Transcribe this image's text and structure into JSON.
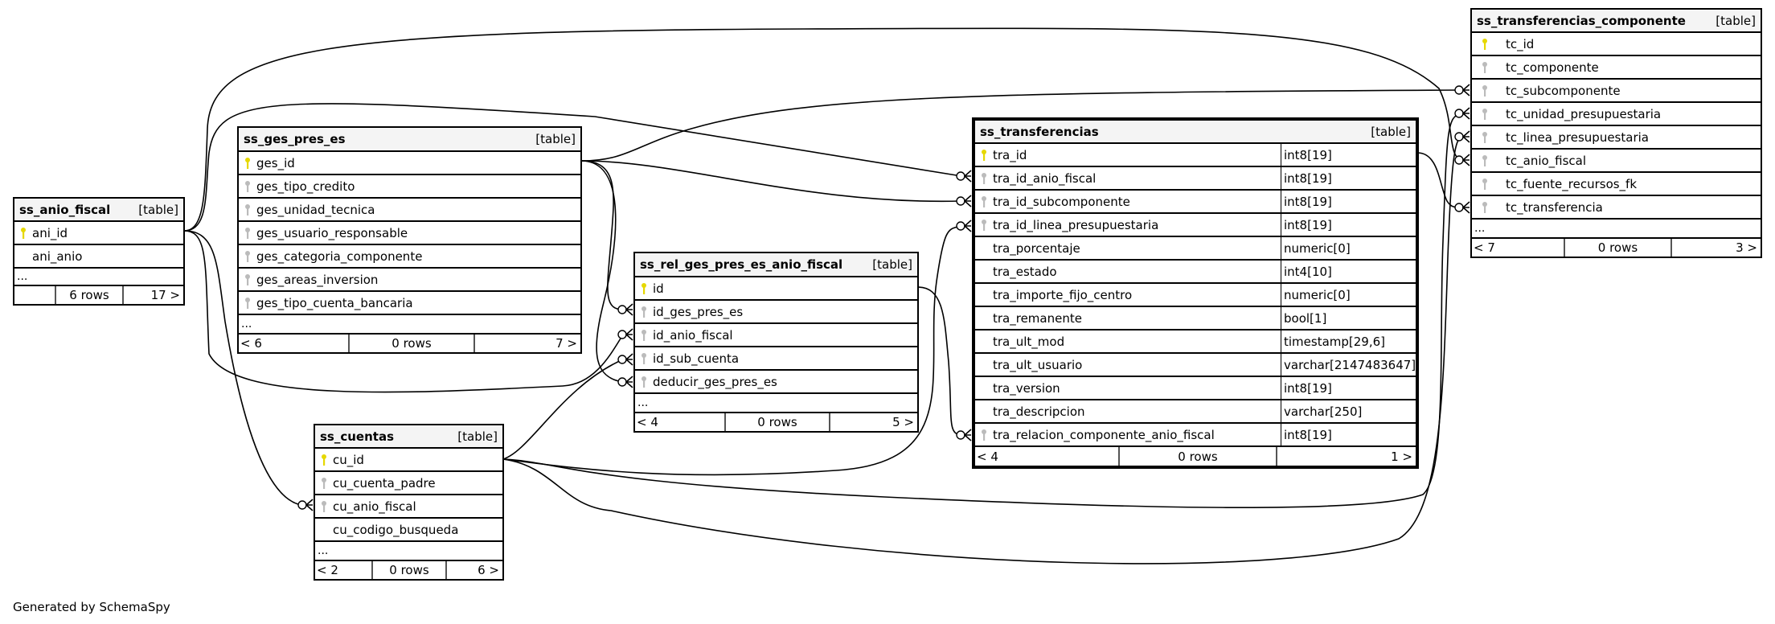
{
  "footer": "Generated by SchemaSpy",
  "colors": {
    "primary_key": "#e6d800",
    "foreign_key": "#bbbbbb",
    "header_bg": "#f4f4f4",
    "edge": "#000000"
  },
  "tables": {
    "anio_fiscal": {
      "name": "ss_anio_fiscal",
      "kind": "[table]",
      "columns": [
        {
          "name": "ani_id",
          "key": "primary"
        },
        {
          "name": "ani_anio",
          "key": "none"
        }
      ],
      "ellipsis": "...",
      "footer": {
        "parents": "",
        "rows": "6 rows",
        "children": "17 >"
      }
    },
    "ges_pres_es": {
      "name": "ss_ges_pres_es",
      "kind": "[table]",
      "columns": [
        {
          "name": "ges_id",
          "key": "primary"
        },
        {
          "name": "ges_tipo_credito",
          "key": "foreign"
        },
        {
          "name": "ges_unidad_tecnica",
          "key": "foreign"
        },
        {
          "name": "ges_usuario_responsable",
          "key": "foreign"
        },
        {
          "name": "ges_categoria_componente",
          "key": "foreign"
        },
        {
          "name": "ges_areas_inversion",
          "key": "foreign"
        },
        {
          "name": "ges_tipo_cuenta_bancaria",
          "key": "foreign"
        }
      ],
      "ellipsis": "...",
      "footer": {
        "parents": "< 6",
        "rows": "0 rows",
        "children": "7 >"
      }
    },
    "rel": {
      "name": "ss_rel_ges_pres_es_anio_fiscal",
      "kind": "[table]",
      "columns": [
        {
          "name": "id",
          "key": "primary"
        },
        {
          "name": "id_ges_pres_es",
          "key": "foreign"
        },
        {
          "name": "id_anio_fiscal",
          "key": "foreign"
        },
        {
          "name": "id_sub_cuenta",
          "key": "foreign"
        },
        {
          "name": "deducir_ges_pres_es",
          "key": "foreign"
        }
      ],
      "ellipsis": "...",
      "footer": {
        "parents": "< 4",
        "rows": "0 rows",
        "children": "5 >"
      }
    },
    "cuentas": {
      "name": "ss_cuentas",
      "kind": "[table]",
      "columns": [
        {
          "name": "cu_id",
          "key": "primary"
        },
        {
          "name": "cu_cuenta_padre",
          "key": "foreign"
        },
        {
          "name": "cu_anio_fiscal",
          "key": "foreign"
        },
        {
          "name": "cu_codigo_busqueda",
          "key": "none"
        }
      ],
      "ellipsis": "...",
      "footer": {
        "parents": "< 2",
        "rows": "0 rows",
        "children": "6 >"
      }
    },
    "transferencias": {
      "name": "ss_transferencias",
      "kind": "[table]",
      "columns": [
        {
          "name": "tra_id",
          "type": "int8[19]",
          "key": "primary"
        },
        {
          "name": "tra_id_anio_fiscal",
          "type": "int8[19]",
          "key": "foreign"
        },
        {
          "name": "tra_id_subcomponente",
          "type": "int8[19]",
          "key": "foreign"
        },
        {
          "name": "tra_id_linea_presupuestaria",
          "type": "int8[19]",
          "key": "foreign"
        },
        {
          "name": "tra_porcentaje",
          "type": "numeric[0]",
          "key": "none"
        },
        {
          "name": "tra_estado",
          "type": "int4[10]",
          "key": "none"
        },
        {
          "name": "tra_importe_fijo_centro",
          "type": "numeric[0]",
          "key": "none"
        },
        {
          "name": "tra_remanente",
          "type": "bool[1]",
          "key": "none"
        },
        {
          "name": "tra_ult_mod",
          "type": "timestamp[29,6]",
          "key": "none"
        },
        {
          "name": "tra_ult_usuario",
          "type": "varchar[2147483647]",
          "key": "none"
        },
        {
          "name": "tra_version",
          "type": "int8[19]",
          "key": "none"
        },
        {
          "name": "tra_descripcion",
          "type": "varchar[250]",
          "key": "none"
        },
        {
          "name": "tra_relacion_componente_anio_fiscal",
          "type": "int8[19]",
          "key": "foreign"
        }
      ],
      "footer": {
        "parents": "< 4",
        "rows": "0 rows",
        "children": "1 >"
      }
    },
    "componente": {
      "name": "ss_transferencias_componente",
      "kind": "[table]",
      "columns": [
        {
          "name": "tc_id",
          "key": "primary"
        },
        {
          "name": "tc_componente",
          "key": "foreign"
        },
        {
          "name": "tc_subcomponente",
          "key": "foreign"
        },
        {
          "name": "tc_unidad_presupuestaria",
          "key": "foreign"
        },
        {
          "name": "tc_linea_presupuestaria",
          "key": "foreign"
        },
        {
          "name": "tc_anio_fiscal",
          "key": "foreign"
        },
        {
          "name": "tc_fuente_recursos_fk",
          "key": "foreign"
        },
        {
          "name": "tc_transferencia",
          "key": "foreign"
        }
      ],
      "ellipsis": "...",
      "footer": {
        "parents": "< 7",
        "rows": "0 rows",
        "children": "3 >"
      }
    }
  },
  "relationships": [
    {
      "from": "ss_anio_fiscal.ani_id",
      "to": "ss_transferencias.tra_id_anio_fiscal"
    },
    {
      "from": "ss_anio_fiscal.ani_id",
      "to": "ss_transferencias_componente.tc_anio_fiscal"
    },
    {
      "from": "ss_anio_fiscal.ani_id",
      "to": "ss_rel_ges_pres_es_anio_fiscal.id_anio_fiscal"
    },
    {
      "from": "ss_anio_fiscal.ani_id",
      "to": "ss_cuentas.cu_anio_fiscal"
    },
    {
      "from": "ss_ges_pres_es.ges_id",
      "to": "ss_transferencias.tra_id_subcomponente"
    },
    {
      "from": "ss_ges_pres_es.ges_id",
      "to": "ss_transferencias_componente.tc_subcomponente"
    },
    {
      "from": "ss_ges_pres_es.ges_id",
      "to": "ss_rel_ges_pres_es_anio_fiscal.id_ges_pres_es"
    },
    {
      "from": "ss_ges_pres_es.ges_id",
      "to": "ss_rel_ges_pres_es_anio_fiscal.deducir_ges_pres_es"
    },
    {
      "from": "ss_cuentas.cu_id",
      "to": "ss_rel_ges_pres_es_anio_fiscal.id_sub_cuenta"
    },
    {
      "from": "ss_cuentas.cu_id",
      "to": "ss_transferencias.tra_id_linea_presupuestaria"
    },
    {
      "from": "ss_cuentas.cu_id",
      "to": "ss_transferencias_componente.tc_unidad_presupuestaria"
    },
    {
      "from": "ss_cuentas.cu_id",
      "to": "ss_transferencias_componente.tc_linea_presupuestaria"
    },
    {
      "from": "ss_rel_ges_pres_es_anio_fiscal.id",
      "to": "ss_transferencias.tra_relacion_componente_anio_fiscal"
    },
    {
      "from": "ss_transferencias.tra_id",
      "to": "ss_transferencias_componente.tc_transferencia"
    }
  ]
}
